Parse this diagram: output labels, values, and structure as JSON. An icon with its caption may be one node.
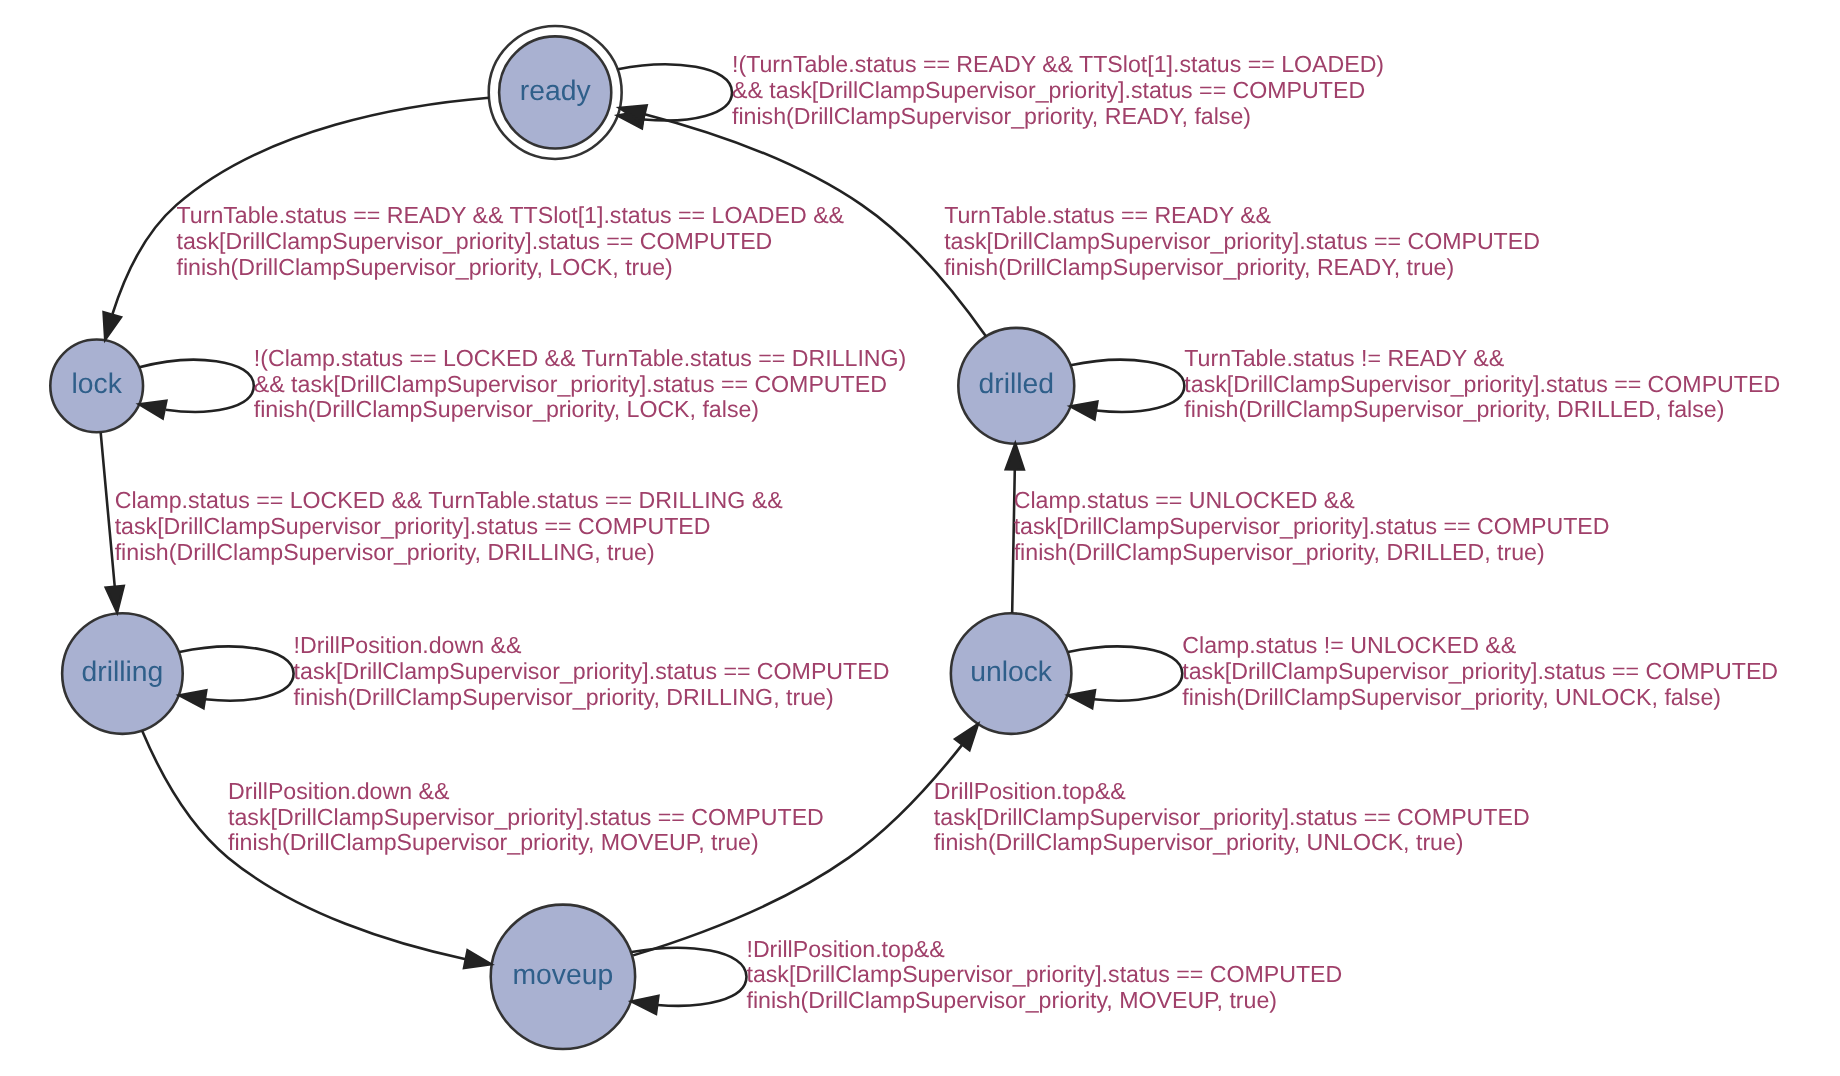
{
  "diagram": {
    "nodes": [
      {
        "text": [
          "ready"
        ]
      },
      {
        "text": [
          "drilled"
        ]
      },
      {
        "text": [
          "lock"
        ]
      },
      {
        "text": [
          "unlock"
        ]
      },
      {
        "text": [
          "drilling"
        ]
      },
      {
        "text": [
          "moveup"
        ]
      }
    ],
    "edges": [
      {
        "from": 0,
        "to": 0,
        "arrow": "to",
        "label": "!(TurnTable.status == READY && TTSlot[1].status == LOADED) && task[DrillClampSupervisor_priority].status == COMPUTED finish(DrillClampSupervisor_priority, READY, false)"
      },
      {
        "from": 1,
        "to": 0,
        "arrow": "to",
        "label": "TurnTable.status == READY && task[DrillClampSupervisor_priority].status == COMPUTED finish(DrillClampSupervisor_priority, READY, true)"
      },
      {
        "from": 1,
        "to": 1,
        "arrow": "to",
        "label": "TurnTable.status != READY && task[DrillClampSupervisor_priority].status == COMPUTED finish(DrillClampSupervisor_priority, DRILLED, false)"
      },
      {
        "from": 3,
        "to": 1,
        "arrow": "to",
        "label": "Clamp.status == UNLOCKED && task[DrillClampSupervisor_priority].status == COMPUTED finish(DrillClampSupervisor_priority, DRILLED, true)"
      },
      {
        "from": 0,
        "to": 2,
        "arrow": "to",
        "label": "TurnTable.status == READY && TTSlot[1].status == LOADED && task[DrillClampSupervisor_priority].status == COMPUTED finish(DrillClampSupervisor_priority, LOCK, true)"
      },
      {
        "from": 2,
        "to": 2,
        "arrow": "to",
        "label": "!(Clamp.status == LOCKED && TurnTable.status == DRILLING) && task[DrillClampSupervisor_priority].status == COMPUTED finish(DrillClampSupervisor_priority, LOCK, false)"
      },
      {
        "from": 3,
        "to": 3,
        "arrow": "to",
        "label": "Clamp.status != UNLOCKED && task[DrillClampSupervisor_priority].status == COMPUTED finish(DrillClampSupervisor_priority, UNLOCK, false)"
      },
      {
        "from": 2,
        "to": 4,
        "arrow": "to",
        "label": "Clamp.status == LOCKED && TurnTable.status == DRILLING && task[DrillClampSupervisor_priority].status == COMPUTED finish(DrillClampSupervisor_priority, DRILLING, true)"
      },
      {
        "from": 5,
        "to": 3,
        "arrow": "to",
        "label": "DrillPosition.top&& task[DrillClampSupervisor_priority].status == COMPUTED finish(DrillClampSupervisor_priority, UNLOCK, true)"
      },
      {
        "from": 4,
        "to": 5,
        "arrow": "to",
        "label": "DrillPosition.down && task[DrillClampSupervisor_priority].status == COMPUTED finish(DrillClampSupervisor_priority, MOVEUP, true)"
      },
      {
        "from": 4,
        "to": 4,
        "arrow": "to",
        "label": "!DrillPosition.down && task[DrillClampSupervisor_priority].status == COMPUTED finish(DrillClampSupervisor_priority, DRILLING, true)"
      },
      {
        "from": 5,
        "to": 5,
        "arrow": "to",
        "label": "!DrillPosition.top&& task[DrillClampSupervisor_priority].status == COMPUTED finish(DrillClampSupervisor_priority, MOVEUP, true)"
      }
    ]
  }
}
